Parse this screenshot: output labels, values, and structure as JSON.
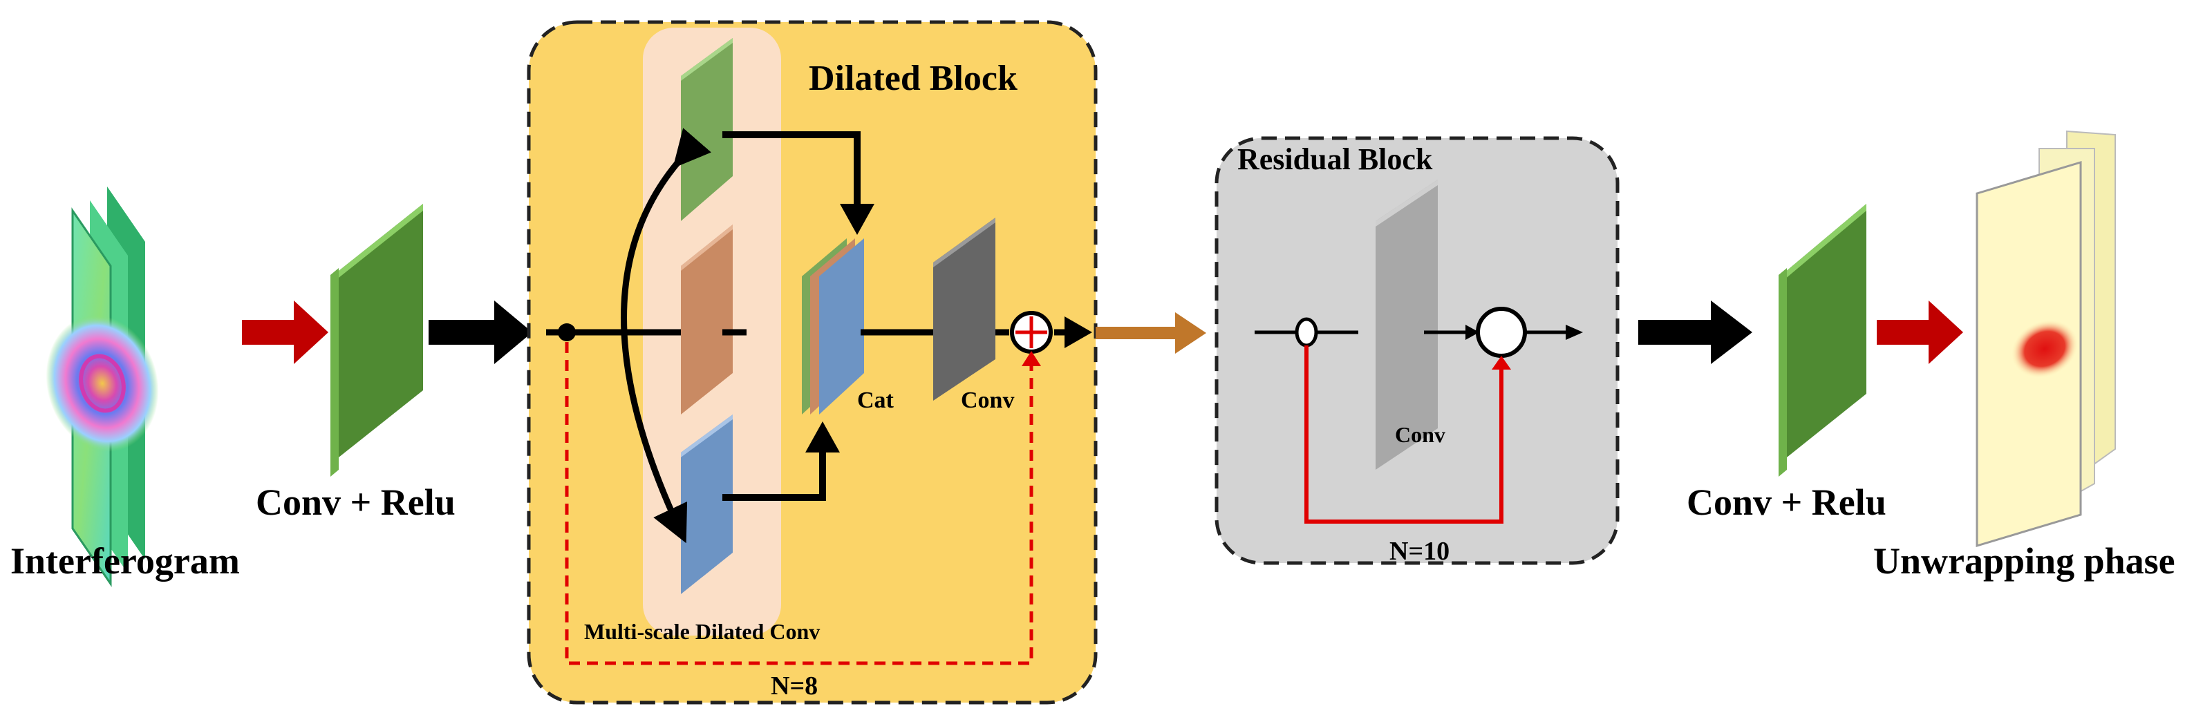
{
  "labels": {
    "input": "Interferogram",
    "conv_relu_left": "Conv + Relu",
    "dilated_block_title": "Dilated Block",
    "multi_scale": "Multi-scale  Dilated  Conv",
    "cat": "Cat",
    "conv_dilated": "Conv",
    "n_dilated": "N=8",
    "residual_block_title": "Residual Block",
    "conv_residual": "Conv",
    "n_residual": "N=10",
    "conv_relu_right": "Conv + Relu",
    "output": "Unwrapping phase"
  },
  "colors": {
    "dilated_block_bg": "#fbd468",
    "residual_block_bg": "#d3d3d3",
    "conv_green": "#5c9a3b",
    "red_arrow": "#c00000",
    "brown_arrow": "#c0772a",
    "skip_red": "#e00000"
  }
}
